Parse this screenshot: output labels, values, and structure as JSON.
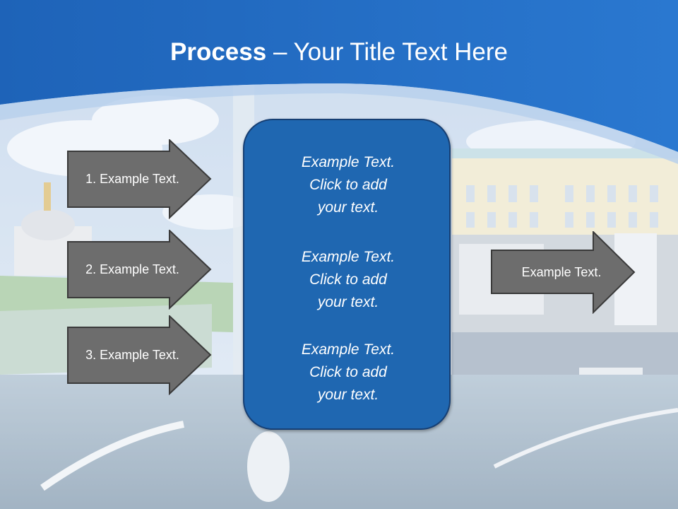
{
  "title": {
    "bold": "Process",
    "dash": " – ",
    "rest": "Your Title Text Here"
  },
  "left_arrows": [
    {
      "label": "1. Example Text."
    },
    {
      "label": "2. Example Text."
    },
    {
      "label": "3. Example Text."
    }
  ],
  "center_box": {
    "paragraphs": [
      "Example Text.\nClick  to add\nyour text.",
      "Example Text.\nClick  to add\nyour text.",
      "Example Text.\nClick  to add\nyour text."
    ]
  },
  "right_arrow": {
    "label": "Example Text."
  },
  "colors": {
    "header_blue": "#1a64bf",
    "box_blue": "#1f67b1",
    "arrow_gray": "#6d6d6d",
    "arrow_border": "#3a3a3a"
  }
}
